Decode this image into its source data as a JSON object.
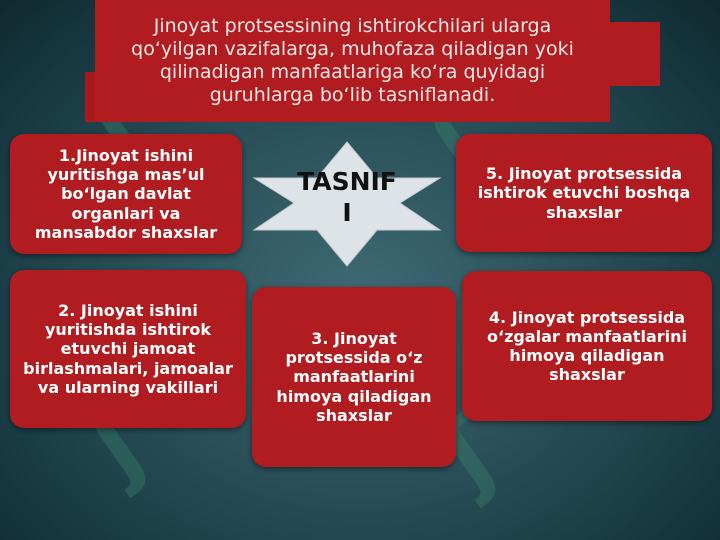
{
  "title_text": "Jinoyat protsessining ishtirokchilari ularga qo‘yilgan vazifalarga, muhofaza qiladigan yoki qilinadigan manfaatlariga ko‘ra quyidagi guruhlarga bo‘lib tasniflanadi.",
  "center_label_line1": "TASNIF",
  "center_label_line2": "I",
  "boxes": {
    "box1": "1.Jinoyat ishini yuritishga mas’ul bo‘lgan davlat organlari va mansabdor shaxslar",
    "box2": "2. Jinoyat ishini yuritishda ishtirok etuvchi jamoat birlashmalari, jamoalar va ularning vakillari",
    "box3": "3. Jinoyat protsessida o‘z manfaatlarini himoya qiladigan shaxslar",
    "box4": "4. Jinoyat protsessida o‘zgalar manfaatlarini himoya qiladigan shaxslar",
    "box5": "5. Jinoyat protsessida ishtirok etuvchi boshqa shaxslar"
  },
  "colors": {
    "box_fill": "#b01c1f",
    "background": "#2a4f59",
    "star_fill": "#dde3e6"
  }
}
